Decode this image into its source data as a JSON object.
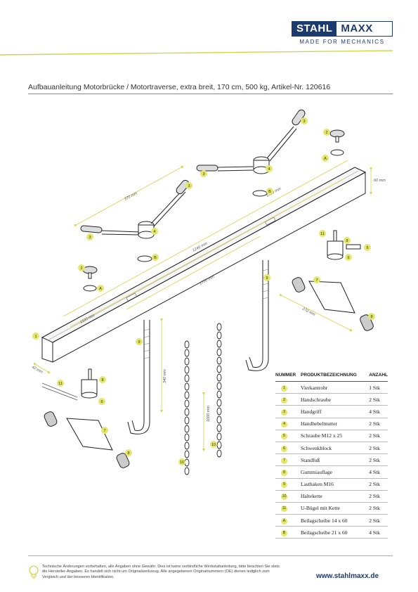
{
  "brand": {
    "name_a": "STAHL",
    "name_b": "MAXX",
    "tagline": "MADE FOR MECHANICS",
    "website": "www.stahlmaxx.de",
    "color": "#1d3a6e",
    "accent": "#cfd64a"
  },
  "title": "Aufbauanleitung Motorbrücke / Motortraverse, extra breit, 170 cm, 500 kg, Artikel-Nr. 120616",
  "diagram": {
    "dim_length_total": "1700 mm",
    "dim_length_inner": "1310 mm",
    "dim_width": "42 mm",
    "dim_height": "60 mm",
    "dim_handle": "370 mm",
    "dim_hook": "340 mm",
    "dim_chain": "1000 mm",
    "dim_foot": "270 mm",
    "dim_bar_inner": "1240 mm",
    "dim_bar_small": "1100 mm"
  },
  "parts_table": {
    "headers": [
      "NUMMER",
      "PRODUKTBEZEICHNUNG",
      "ANZAHL"
    ],
    "rows": [
      {
        "num": "1",
        "name": "Vierkantrohr",
        "qty": "1 Stk"
      },
      {
        "num": "2",
        "name": "Handschraube",
        "qty": "2 Stk"
      },
      {
        "num": "3",
        "name": "Handgriff",
        "qty": "4 Stk"
      },
      {
        "num": "4",
        "name": "Handhebelmutter",
        "qty": "2 Stk"
      },
      {
        "num": "5",
        "name": "Schraube M12 x 25",
        "qty": "2 Stk"
      },
      {
        "num": "6",
        "name": "Schwenkblock",
        "qty": "2 Stk"
      },
      {
        "num": "7",
        "name": "Standfuß",
        "qty": "2 Stk"
      },
      {
        "num": "8",
        "name": "Gummiauflage",
        "qty": "4 Stk"
      },
      {
        "num": "9",
        "name": "Lasthaken M16",
        "qty": "2 Stk"
      },
      {
        "num": "10",
        "name": "Haltekette",
        "qty": "2 Stk"
      },
      {
        "num": "11",
        "name": "U-Bügel mit Kette",
        "qty": "2 Stk"
      },
      {
        "num": "A",
        "name": "Beilagscheibe 14 x 60",
        "qty": "2 Stk"
      },
      {
        "num": "B",
        "name": "Beilagscheibe 21 x 60",
        "qty": "4 Stk"
      }
    ]
  },
  "footer_note": "Technische Änderungen vorbehalten, alle Angaben ohne Gewähr. Dies ist keine verbindliche Werkstattanleitung, bitte beachten Sie stets die Hersteller-Angaben. Es handelt sich nicht um Originalwerkzeug. Alle angegebenen Originalnummern (OE) dienen lediglich zum Vergleich und der besseren Identifikation."
}
